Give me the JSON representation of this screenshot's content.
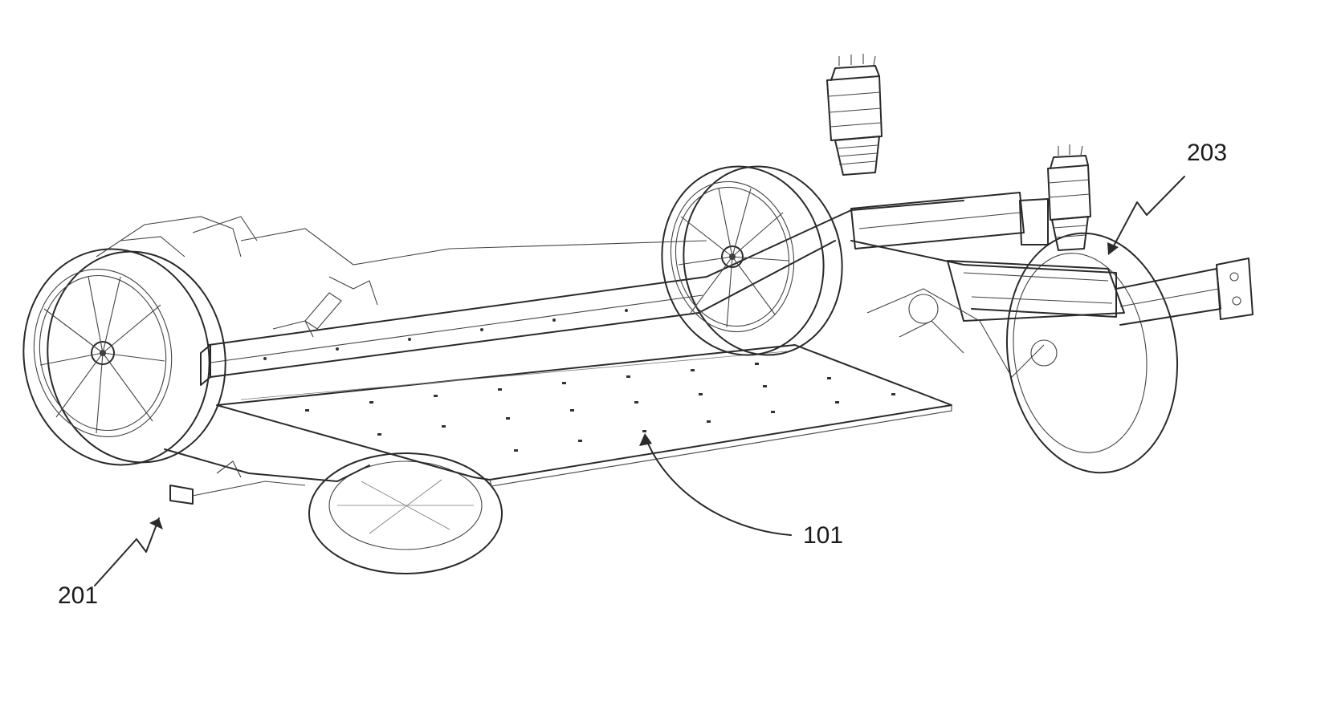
{
  "figure": {
    "reference_labels": [
      {
        "id": "front",
        "text": "201"
      },
      {
        "id": "battery",
        "text": "101"
      },
      {
        "id": "rear",
        "text": "203"
      }
    ]
  }
}
